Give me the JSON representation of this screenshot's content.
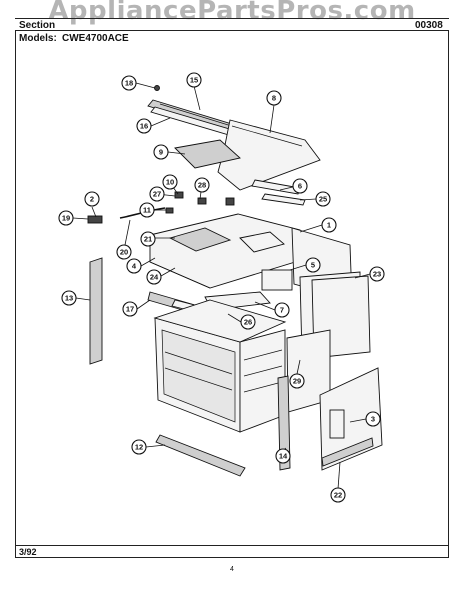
{
  "header": {
    "watermark": "AppliancePartsPros.com",
    "section_label": "Section",
    "model_label": "Models:",
    "model_value": "CWE4700ACE",
    "part_number": "00308"
  },
  "footer": {
    "date": "3/92",
    "page_number": "4"
  },
  "callouts": [
    {
      "id": "1",
      "label": "1"
    },
    {
      "id": "2",
      "label": "2"
    },
    {
      "id": "3",
      "label": "3"
    },
    {
      "id": "4",
      "label": "4"
    },
    {
      "id": "5",
      "label": "5"
    },
    {
      "id": "6",
      "label": "6"
    },
    {
      "id": "7",
      "label": "7"
    },
    {
      "id": "8",
      "label": "8"
    },
    {
      "id": "9",
      "label": "9"
    },
    {
      "id": "10",
      "label": "10"
    },
    {
      "id": "11",
      "label": "11"
    },
    {
      "id": "12",
      "label": "12"
    },
    {
      "id": "13",
      "label": "13"
    },
    {
      "id": "14",
      "label": "14"
    },
    {
      "id": "15",
      "label": "15"
    },
    {
      "id": "16",
      "label": "16"
    },
    {
      "id": "17",
      "label": "17"
    },
    {
      "id": "18",
      "label": "18"
    },
    {
      "id": "19",
      "label": "19"
    },
    {
      "id": "20",
      "label": "20"
    },
    {
      "id": "21",
      "label": "21"
    },
    {
      "id": "22",
      "label": "22"
    },
    {
      "id": "23",
      "label": "23"
    },
    {
      "id": "24",
      "label": "24"
    },
    {
      "id": "25",
      "label": "25"
    },
    {
      "id": "26",
      "label": "26"
    },
    {
      "id": "27",
      "label": "27"
    },
    {
      "id": "28",
      "label": "28"
    },
    {
      "id": "29",
      "label": "29"
    }
  ]
}
